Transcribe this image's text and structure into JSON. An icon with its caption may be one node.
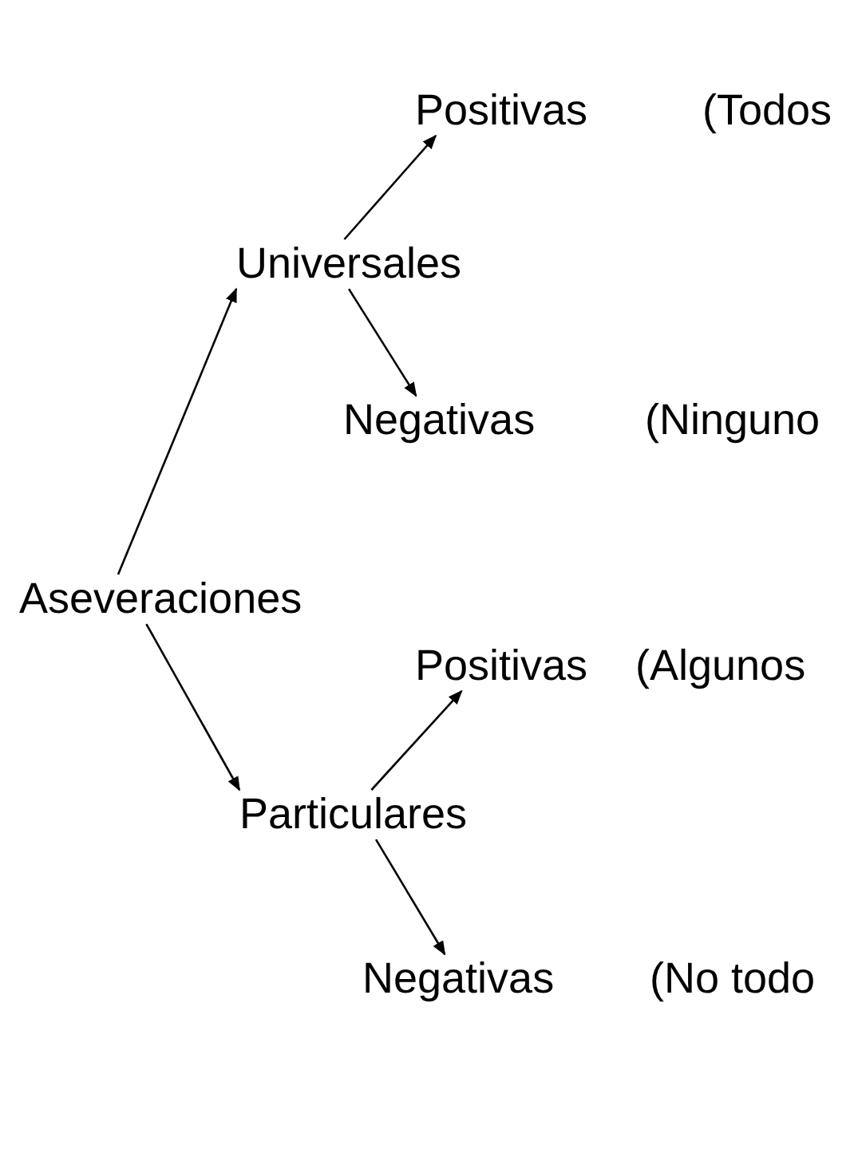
{
  "diagram": {
    "nodes": [
      {
        "text": [
          "Aseveraciones"
        ]
      },
      {
        "text": [
          "Universales"
        ]
      },
      {
        "text": [
          "Positivas"
        ],
        "beside": [
          "(Todos"
        ]
      },
      {
        "text": [
          "Negativas"
        ],
        "beside": [
          "(Ninguno"
        ]
      },
      {
        "text": [
          "Particulares"
        ]
      },
      {
        "text": [
          "Positivas"
        ],
        "beside": [
          "(Algunos"
        ]
      },
      {
        "text": [
          "Negativas"
        ],
        "beside": [
          "(No todo"
        ]
      }
    ],
    "edges": [
      {
        "from": 0,
        "to": 1,
        "arrow": "to"
      },
      {
        "from": 1,
        "to": 2,
        "arrow": "to"
      },
      {
        "from": 1,
        "to": 3,
        "arrow": "to"
      },
      {
        "from": 0,
        "to": 4,
        "arrow": "to"
      },
      {
        "from": 4,
        "to": 5,
        "arrow": "to"
      },
      {
        "from": 4,
        "to": 6,
        "arrow": "to"
      }
    ]
  }
}
